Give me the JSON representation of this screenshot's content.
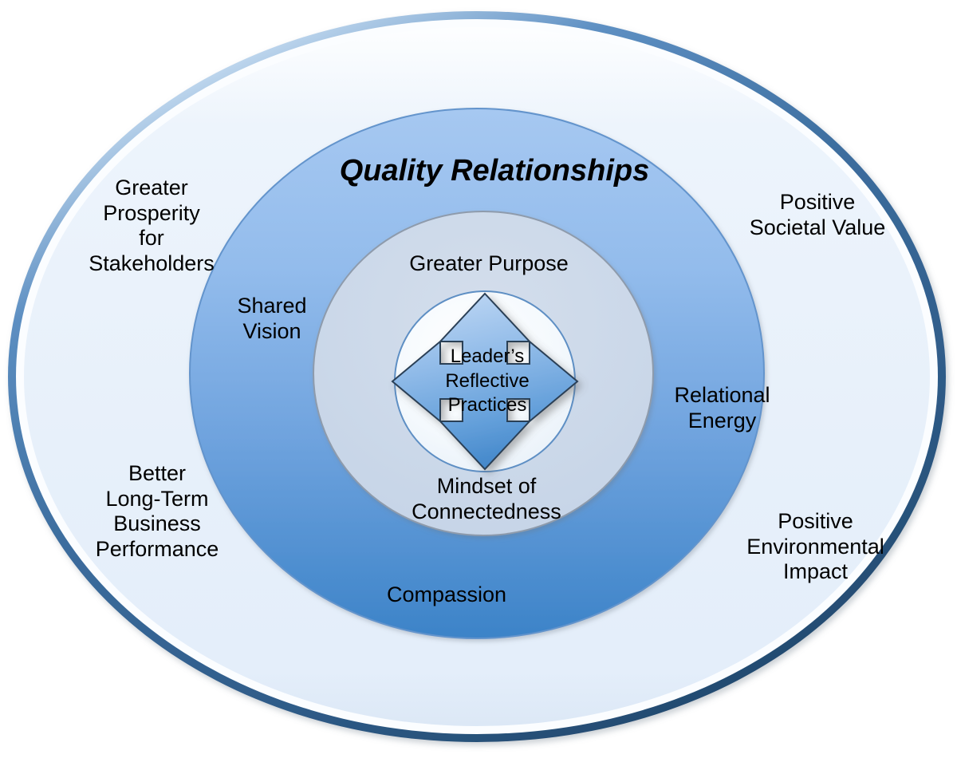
{
  "diagram": {
    "title": "Quality Relationships",
    "layers": {
      "outer_ring": {
        "name": "outcomes-ring",
        "fill_color": "#E9F1FB",
        "border_color": "#3B6E9E",
        "labels": [
          {
            "id": "greater-prosperity",
            "text": "Greater\nProsperity\nfor\nStakeholders",
            "position": "top-left"
          },
          {
            "id": "positive-societal-value",
            "text": "Positive\nSocietal Value",
            "position": "top-right"
          },
          {
            "id": "better-long-term",
            "text": "Better\nLong-Term\nBusiness\nPerformance",
            "position": "bottom-left"
          },
          {
            "id": "positive-environmental-impact",
            "text": "Positive\nEnvironmental\nImpact",
            "position": "bottom-right"
          }
        ]
      },
      "blue_ring": {
        "name": "quality-relationships-ring",
        "fill_top_color": "#9FC4EE",
        "fill_bottom_color": "#3E86CA",
        "border_color": "#5B8FC9",
        "title": "Quality Relationships",
        "labels": [
          {
            "id": "shared-vision",
            "text": "Shared\nVision",
            "position": "left"
          },
          {
            "id": "relational-energy",
            "text": "Relational\nEnergy",
            "position": "right"
          },
          {
            "id": "compassion",
            "text": "Compassion",
            "position": "bottom"
          }
        ]
      },
      "middle_circle": {
        "name": "mindset-circle",
        "fill_top_color": "#C9D6E8",
        "fill_bottom_color": "#CFDCEC",
        "border_color": "#8A97A8",
        "labels": [
          {
            "id": "greater-purpose",
            "text": "Greater Purpose",
            "position": "top"
          },
          {
            "id": "mindset-of-connectedness",
            "text": "Mindset of\nConnectedness",
            "position": "bottom"
          }
        ]
      },
      "core_circle": {
        "name": "leaders-practices-circle",
        "fill_color": "#F0F6FC",
        "border_color": "#5E8FC4",
        "arrow_name": "four-way-arrow",
        "arrow_fill_top": "#AFCDF0",
        "arrow_fill_bottom": "#4A8CCB",
        "arrow_border": "#2B3E55",
        "label": "Leader’s\nReflective\nPractices"
      }
    }
  }
}
